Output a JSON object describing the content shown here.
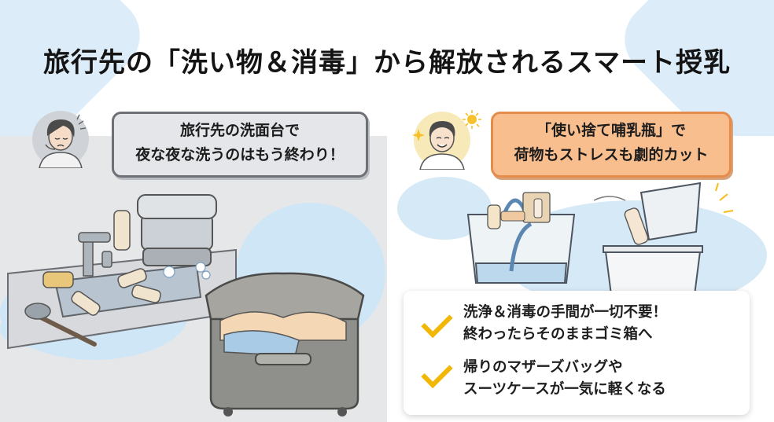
{
  "title": "旅行先の「洗い物＆消毒」から解放されるスマート授乳",
  "left": {
    "bubble_line1": "旅行先の洗面台で",
    "bubble_line2": "夜な夜な洗うのはもう終わり！",
    "avatar_icon": "tired-mother-icon",
    "scene_icon": "messy-sink-and-suitcase-illustration"
  },
  "right": {
    "bubble_line1": "「使い捨て哺乳瓶」で",
    "bubble_line2": "荷物もストレスも劇的カット",
    "avatar_icon": "happy-mother-icon",
    "scene_icon": "tote-bag-and-trash-bin-illustration"
  },
  "benefits": [
    {
      "line1": "洗浄＆消毒の手間が一切不要！",
      "line2": "終わったらそのままゴミ箱へ"
    },
    {
      "line1": "帰りのマザーズバッグや",
      "line2": "スーツケースが一気に軽くなる"
    }
  ],
  "colors": {
    "accent_blue": "#dcecf8",
    "bubble_orange": "#f9be8e",
    "bubble_orange_border": "#e58c4a",
    "bubble_gray": "#e4e6e9",
    "check_yellow": "#f2b705"
  }
}
